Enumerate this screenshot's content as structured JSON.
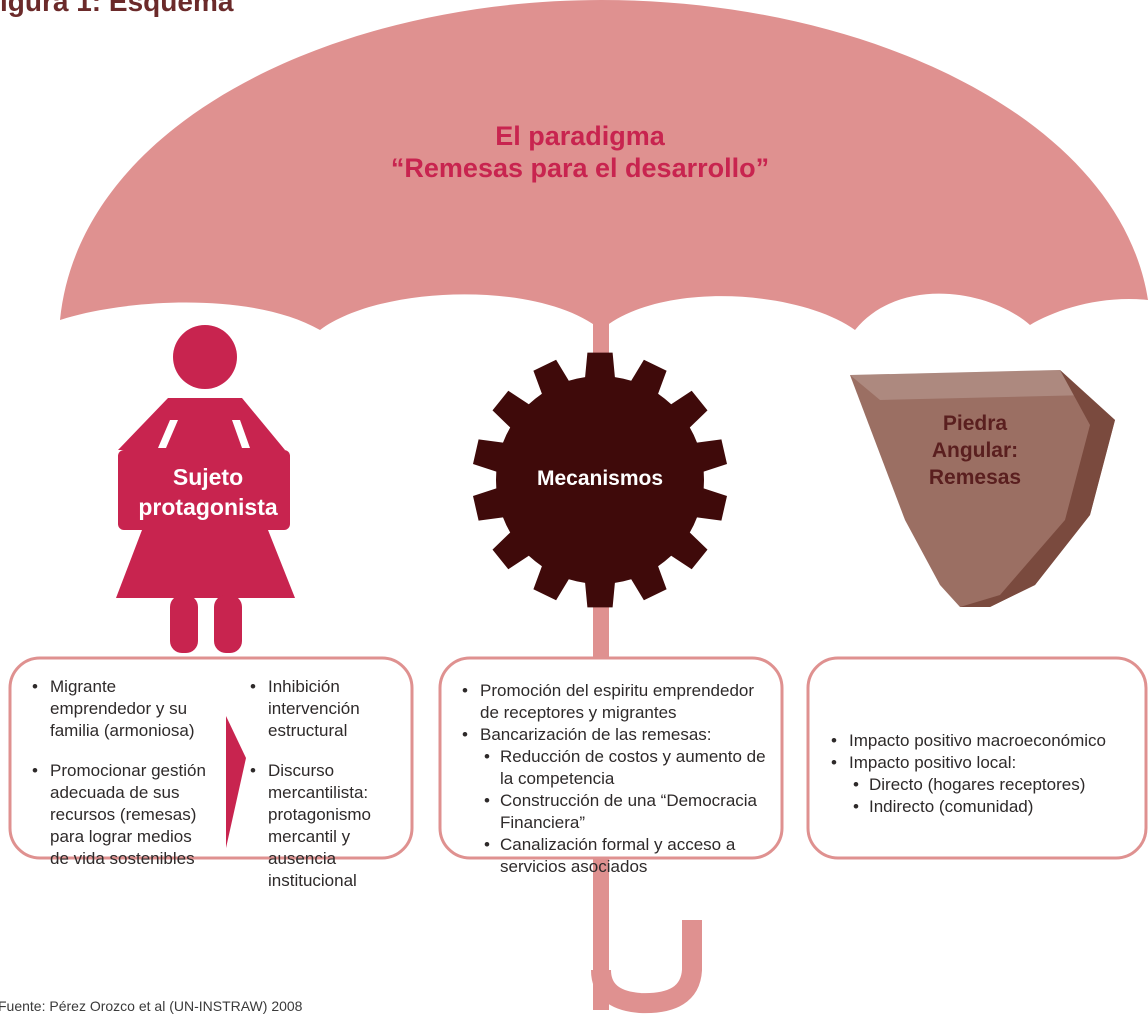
{
  "header": {
    "title_partial": "igura 1: Esquema"
  },
  "umbrella": {
    "title_line1": "El paradigma",
    "title_line2": "“Remesas para el desarrollo”"
  },
  "figure": {
    "label_line1": "Sujeto",
    "label_line2": "protagonista"
  },
  "gear": {
    "label": "Mecanismos"
  },
  "stone": {
    "label_line1": "Piedra",
    "label_line2": "Angular:",
    "label_line3": "Remesas"
  },
  "boxes": {
    "sujeto": {
      "col1": [
        "Migrante emprendedor y su familia (armoniosa)",
        "Promocionar gestión adecuada de sus recursos (remesas) para lograr medios de vida sostenibles"
      ],
      "col2": [
        "Inhibición intervención estructural",
        "Discurso mercantilista: protagonismo mercantil y ausencia institucional"
      ]
    },
    "mecanismos": {
      "item1": "Promoción del espiritu emprendedor de receptores y migrantes",
      "item2": "Bancarización de las remesas:",
      "sub": [
        "Reducción de costos y aumento de la competencia",
        "Construcción de una “Democracia Financiera”",
        "Canalización formal y acceso a servicios asociados"
      ]
    },
    "piedra": {
      "item1": "Impacto positivo macroeconómico",
      "item2": "Impacto positivo local:",
      "sub": [
        "Directo (hogares receptores)",
        "Indirecto (comunidad)"
      ]
    }
  },
  "source": "Fuente: Pérez Orozco et al (UN-INSTRAW) 2008",
  "colors": {
    "umbrella": "#df9190",
    "accent": "#c8244f",
    "gear": "#3f0a0a",
    "stone": "#9b6f63",
    "stone_dark": "#7a4a3e",
    "box_border": "#df9190"
  }
}
